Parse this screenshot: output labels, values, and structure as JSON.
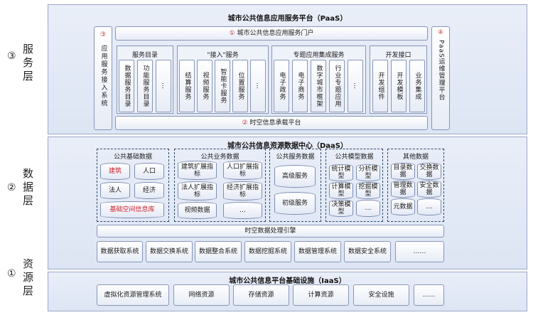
{
  "layers": {
    "service": {
      "num": "③",
      "label": "服务层"
    },
    "data": {
      "num": "②",
      "label": "数据层"
    },
    "resource": {
      "num": "①",
      "label": "资源层"
    }
  },
  "paas": {
    "title": "城市公共信息应用服务平台（PaaS）",
    "portal_num": "①",
    "portal": "城市公共信息应用服务门户",
    "left_num": "③",
    "left": "应用服务接入系统",
    "right_num": "④",
    "right": "PaaS运维管理平台",
    "bottom_num": "②",
    "bottom": "时空信息承载平台",
    "groups": [
      {
        "title": "服务目录",
        "items": [
          "数据服务目录",
          "功能服务目录",
          "…"
        ]
      },
      {
        "title": "\"接入\"服务",
        "items": [
          "结算服务",
          "视频服务",
          "智能卡服务",
          "位置服务",
          "…"
        ]
      },
      {
        "title": "专题应用集成服务",
        "items": [
          "电子政务",
          "电子商务",
          "数字城市框架",
          "行业专题应用",
          "…"
        ]
      },
      {
        "title": "开发接口",
        "items": [
          "开发组件",
          "开发模板",
          "业务集成"
        ]
      }
    ]
  },
  "daas": {
    "title": "城市公共信息资源数据中心（DaaS）",
    "basic": {
      "title": "公共基础数据",
      "items": [
        "建筑",
        "人口",
        "法人",
        "经济",
        "基础空间信息库"
      ]
    },
    "business": {
      "title": "公共业务数据",
      "items": [
        "建筑扩展指标",
        "人口扩展指标",
        "法人扩展指标",
        "经济扩展指标",
        "视频数据",
        "…"
      ]
    },
    "service": {
      "title": "公共服务数据",
      "items": [
        "高级服务",
        "初级服务"
      ]
    },
    "model": {
      "title": "公共模型数据",
      "items": [
        "统计模型",
        "分析模型",
        "计算模型",
        "挖掘模型",
        "决策模型",
        "…"
      ]
    },
    "other": {
      "title": "其他数据",
      "items": [
        "目录数据",
        "交换数据",
        "管理数据",
        "安全数据",
        "元数据",
        "…"
      ]
    },
    "engine": "时空数据处理引擎",
    "systems": [
      "数据获取系统",
      "数据交换系统",
      "数据整合系统",
      "数据挖掘系统",
      "数据管理系统",
      "数据安全系统",
      "……"
    ]
  },
  "iaas": {
    "title": "城市公共信息平台基础设施（IaaS）",
    "items": [
      "虚拟化资源管理系统",
      "网络资源",
      "存储资源",
      "计算资源",
      "安全设施",
      "……"
    ]
  }
}
